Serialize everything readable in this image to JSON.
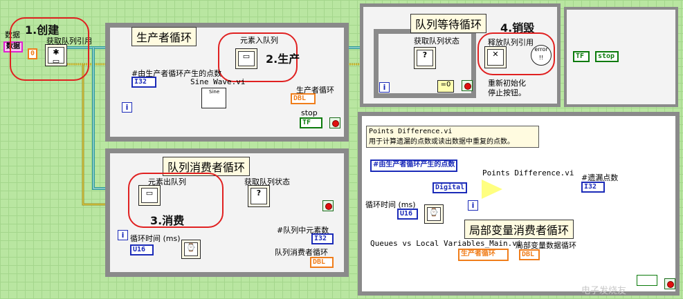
{
  "labels": {
    "data_label": "数据",
    "data_const": "数据",
    "zero_const": "0",
    "obtain_queue": "获取队列引用",
    "step_create": "1.创建",
    "producer_loop": "生产者循环",
    "enqueue": "元素入队列",
    "step_produce": "2.生产",
    "points_by_producer": "#由生产者循环产生的点数",
    "i32": "I32",
    "sine_wave": "Sine Wave.vi",
    "sine_icon": "Sine",
    "producer_loop_out": "生产者循环",
    "dbl": "DBL",
    "stop_label": "stop",
    "tf": "TF",
    "iter_i": "i",
    "wait_loop": "队列等待循环",
    "get_status": "获取队列状态",
    "step_destroy": "4.销毁",
    "release_queue": "释放队列引用",
    "reset_note_line1": "重新初始化",
    "reset_note_line2": "停止按钮。",
    "stop_local_tf": "TF",
    "stop_local": "stop",
    "consumer_loop": "队列消费者循环",
    "dequeue": "元素出队列",
    "get_status2": "获取队列状态",
    "step_consume": "3.消费",
    "loop_time": "循环时间 (ms)",
    "u16": "U16",
    "elements_in_queue": "#队列中元素数",
    "consumer_loop_out": "队列消费者循环",
    "points_diff_comment_line1": "Points Difference.vi",
    "points_diff_comment_line2": "用于计算遗漏的点数或读出数据中重复的点数。",
    "points_by_producer2": "#由生产者循环产生的点数",
    "digital": "Digital",
    "points_diff_vi": "Points Difference.vi",
    "missed_points": "#遗漏点数",
    "loop_time2": "循环时间 (ms)",
    "local_var_loop": "局部变量消费者循环",
    "queues_vs_local": "Queues vs Local Variables_Main.vi",
    "local_var_data_loop": "局部变量数据循环",
    "producer_local": "生产者循环",
    "watermark": "电子发烧友"
  },
  "colors": {
    "background": "#b9e6a1",
    "queue_wire": "#2c9a98",
    "error_wire": "#9a8a2a",
    "dbl_wire": "#f07d1a",
    "int_wire": "#1a2ab8",
    "annotation": "#e02020"
  }
}
